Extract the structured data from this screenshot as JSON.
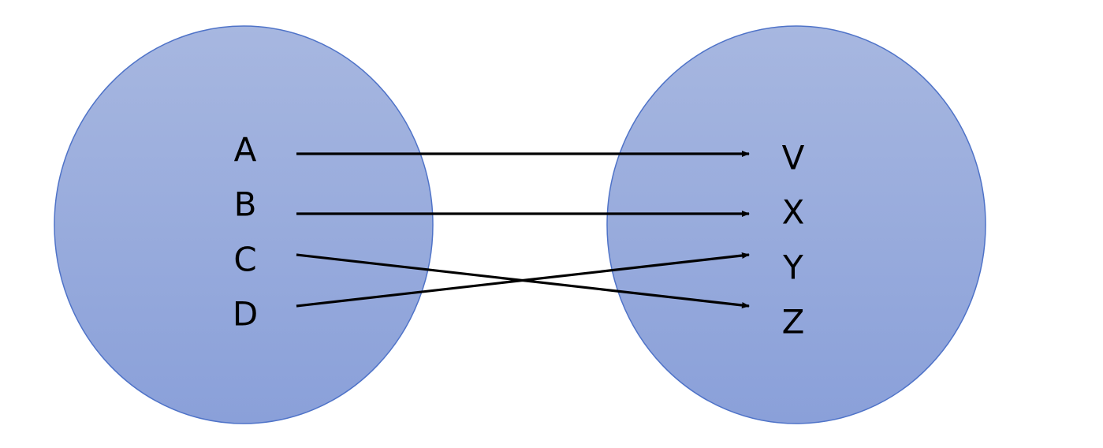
{
  "colors": {
    "circle_fill_top": "#a7b7e0",
    "circle_fill_bottom": "#8aa0d9",
    "circle_stroke": "#4f73c8",
    "arrow": "#000000",
    "label": "#000000"
  },
  "domain_set": {
    "elements": [
      "A",
      "B",
      "C",
      "D"
    ]
  },
  "codomain_set": {
    "elements": [
      "V",
      "X",
      "Y",
      "Z"
    ]
  },
  "mappings": [
    {
      "from": "A",
      "to": "V"
    },
    {
      "from": "B",
      "to": "X"
    },
    {
      "from": "C",
      "to": "Z"
    },
    {
      "from": "D",
      "to": "Y"
    }
  ]
}
